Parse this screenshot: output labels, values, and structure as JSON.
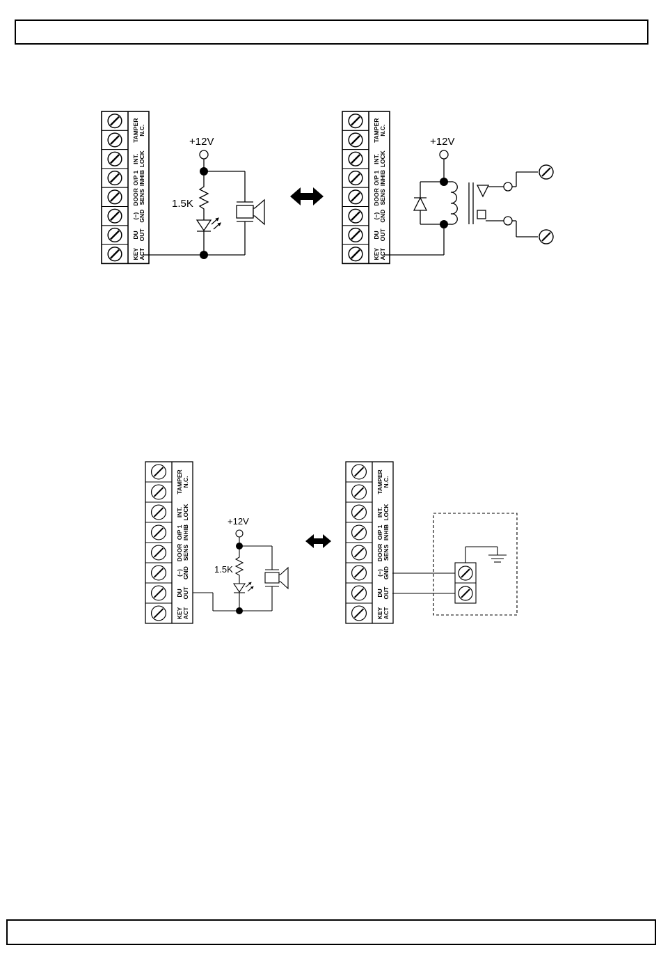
{
  "terminal_labels": [
    [
      "TAMPER",
      "N.C."
    ],
    [
      "INT.",
      "LOCK"
    ],
    [
      "O/P 1",
      "INHIB"
    ],
    [
      "DOOR",
      "SENS"
    ],
    [
      "(−)",
      "GND"
    ],
    [
      "DU",
      "OUT"
    ],
    [
      "KEY",
      "ACT"
    ]
  ],
  "supply_label": "+12V",
  "resistor_label": "1.5K",
  "icons": [
    "screw-terminal-icon",
    "double-arrow-icon",
    "led-icon",
    "piezo-buzzer-icon",
    "relay-coil-icon",
    "diode-icon",
    "ground-icon"
  ]
}
